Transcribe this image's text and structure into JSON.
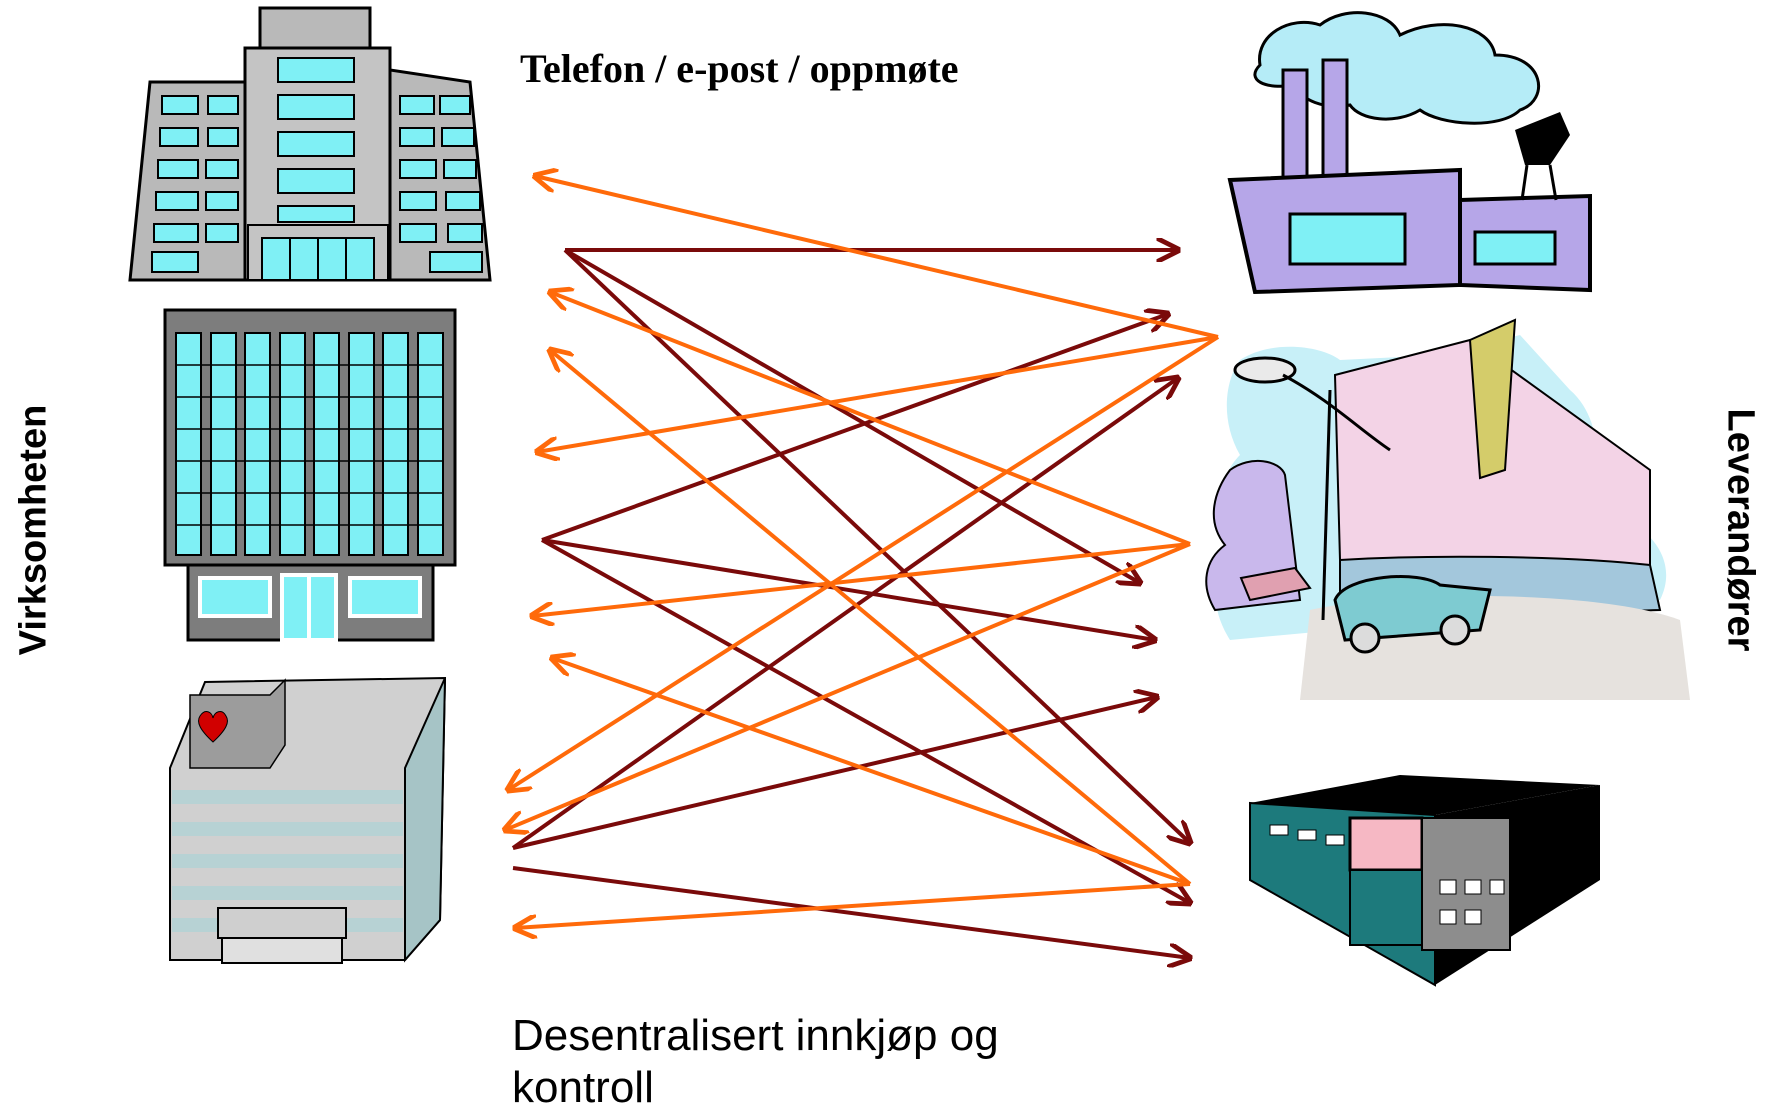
{
  "title": "Telefon / e-post / oppmøte",
  "bottom_label_line1": "Desentralisert innkjøp og",
  "bottom_label_line2": "kontroll",
  "left_label": "Virksomheten",
  "right_label": "Leverandører",
  "colors": {
    "outgoing_arrow": "#7a0a0a",
    "incoming_arrow": "#ff6a0a",
    "window": "#7ff0f5",
    "building_gray": "#b9b9b9",
    "factory_purple": "#b6a6e8",
    "heart": "#d10000"
  },
  "left_buildings": [
    "office-tower-icon",
    "glass-office-building-icon",
    "hospital-building-icon"
  ],
  "right_buildings": [
    "factory-icon",
    "shopping-center-icon",
    "store-building-icon"
  ]
}
